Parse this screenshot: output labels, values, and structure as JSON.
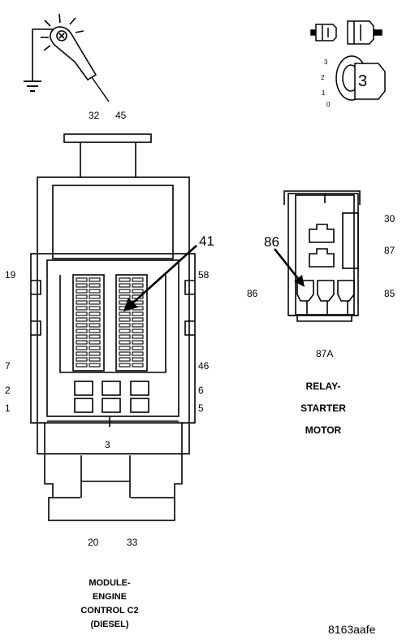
{
  "probe": {
    "pin_labels": [
      "32",
      "45"
    ]
  },
  "ignition_key": {
    "positions": [
      "3",
      "2",
      "1",
      "0"
    ],
    "active_position": "3"
  },
  "connector_c2": {
    "left_pins": [
      "19",
      "7",
      "2",
      "1"
    ],
    "right_pins": [
      "58",
      "46",
      "6",
      "5"
    ],
    "center_pin": "3",
    "bottom_pins": [
      "20",
      "33"
    ],
    "callout": "41",
    "caption_lines": [
      "MODULE-",
      "ENGINE",
      "CONTROL C2",
      "(DIESEL)"
    ]
  },
  "relay": {
    "pins": {
      "p30": "30",
      "p87": "87",
      "p86_left": "86",
      "p85": "85",
      "p87a": "87A"
    },
    "callout": "86",
    "caption_lines": [
      "RELAY-",
      "STARTER",
      "MOTOR"
    ]
  },
  "figure_id": "8163aafe",
  "colors": {
    "line": "#000000",
    "background": "#ffffff"
  }
}
